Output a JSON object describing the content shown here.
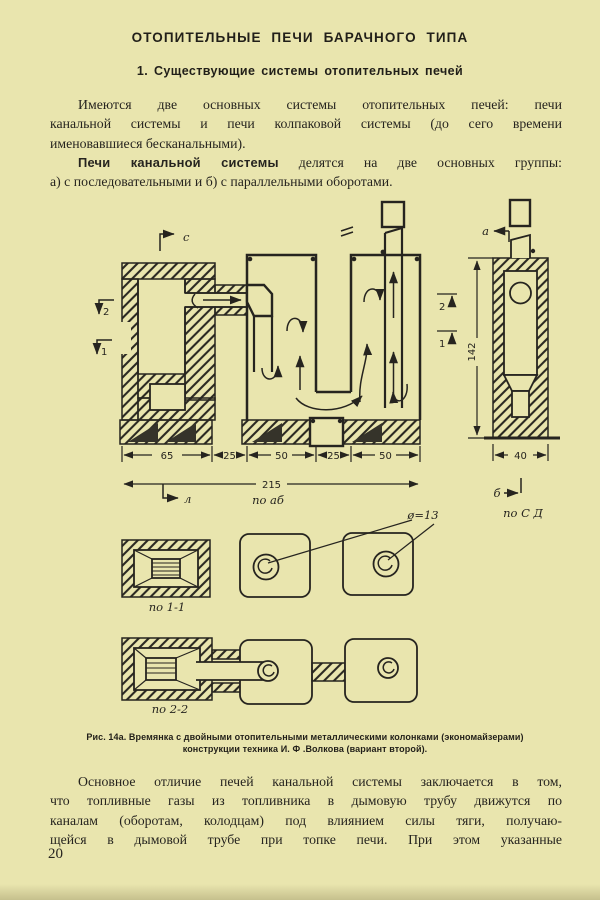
{
  "title": "ОТОПИТЕЛЬНЫЕ ПЕЧИ БАРАЧНОГО ТИПА",
  "section_heading": "1. Существующие системы отопительных печей",
  "paragraphs": {
    "p1": {
      "lines": [
        "Имеются две основных системы отопительных печей: печи",
        "канальной системы и печи колпаковой системы (до сего времени",
        "именовавшиеся бесканальными)."
      ]
    },
    "p2": {
      "bold": "Печи канальной системы",
      "rest": " делятся на две основных группы:",
      "line2": "а) с последовательными и б) с параллельными оборотами."
    },
    "p3": {
      "lines": [
        "Основное отличие печей канальной системы заключается в том,",
        "что топливные газы из топливника в дымовую трубу движутся по",
        "каналам (оборотам, колодцам) под влиянием силы тяги, получаю-",
        "щейся в дымовой трубе при топке печи. При этом указанные"
      ]
    }
  },
  "figure": {
    "caption": [
      "Рис. 14а. Времянка с двойными отопительными металлическими колонками (экономайзерами)",
      "конструкции техника И. Ф .Волкова (вариант второй)."
    ],
    "labels": {
      "cut_c": "с",
      "cut_1": "1",
      "cut_2": "2",
      "cut_a": "а",
      "cut_b": "б",
      "cut_l": "л",
      "dim_65": "65",
      "dim_25": "25",
      "dim_50": "50",
      "dim_215": "215",
      "dim_142": "142",
      "dim_40": "40",
      "diameter": "ø=13",
      "view_ab": "по аб",
      "view_sd": "по С Д",
      "view_11": "по 1-1",
      "view_22": "по 2-2"
    }
  },
  "page": {
    "number": "20"
  },
  "colors": {
    "paper": "#e9e5ae",
    "ink": "#26241f"
  }
}
